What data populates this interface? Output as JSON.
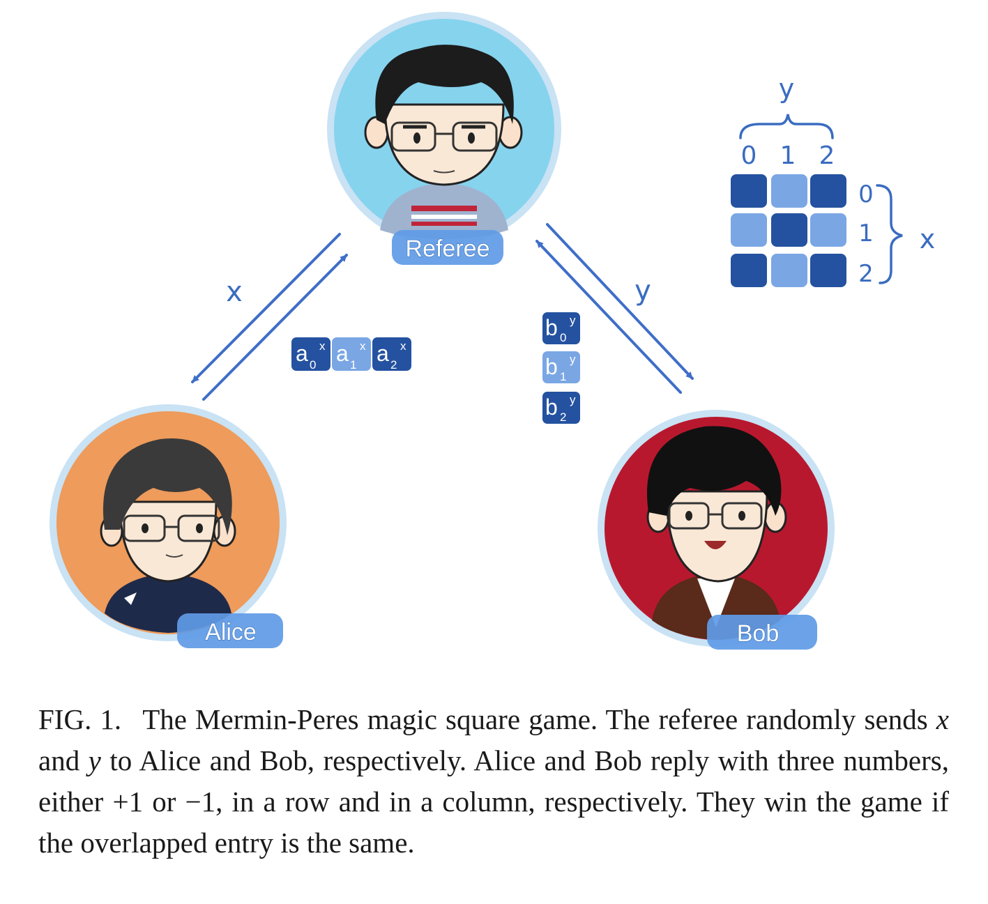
{
  "figure": {
    "labels": {
      "referee": "Referee",
      "alice": "Alice",
      "bob": "Bob"
    },
    "arrow_labels": {
      "to_alice": "x",
      "to_bob": "y"
    },
    "alice_answers": [
      {
        "main": "a",
        "index": "0",
        "super": "x"
      },
      {
        "main": "a",
        "index": "1",
        "super": "x"
      },
      {
        "main": "a",
        "index": "2",
        "super": "x"
      }
    ],
    "bob_answers": [
      {
        "main": "b",
        "index": "0",
        "super": "y"
      },
      {
        "main": "b",
        "index": "1",
        "super": "y"
      },
      {
        "main": "b",
        "index": "2",
        "super": "y"
      }
    ],
    "magic_square": {
      "column_axis_label": "y",
      "row_axis_label": "x",
      "column_indices": [
        "0",
        "1",
        "2"
      ],
      "row_indices": [
        "0",
        "1",
        "2"
      ],
      "cell_shades": [
        [
          "dark",
          "light",
          "dark"
        ],
        [
          "light",
          "dark",
          "light"
        ],
        [
          "dark",
          "light",
          "dark"
        ]
      ]
    },
    "colors": {
      "referee_bg": "#86d3ee",
      "alice_bg": "#ee9b5b",
      "bob_bg": "#b8182e",
      "ring": "#c9e2f4",
      "tag_blue": "#5f9be6",
      "chip_dark": "#2452a0",
      "chip_light": "#7aa6e4",
      "arrow_blue": "#3f6ec8"
    }
  },
  "caption": {
    "fig_label": "FIG. 1.",
    "parts": [
      "The Mermin-Peres magic square game. The referee randomly sends ",
      "x",
      " and ",
      "y",
      " to Alice and Bob, respectively. Alice and Bob reply with three numbers, either +1 or −1, in a row and in a column, respectively. They win the game if the overlapped entry is the same."
    ]
  }
}
